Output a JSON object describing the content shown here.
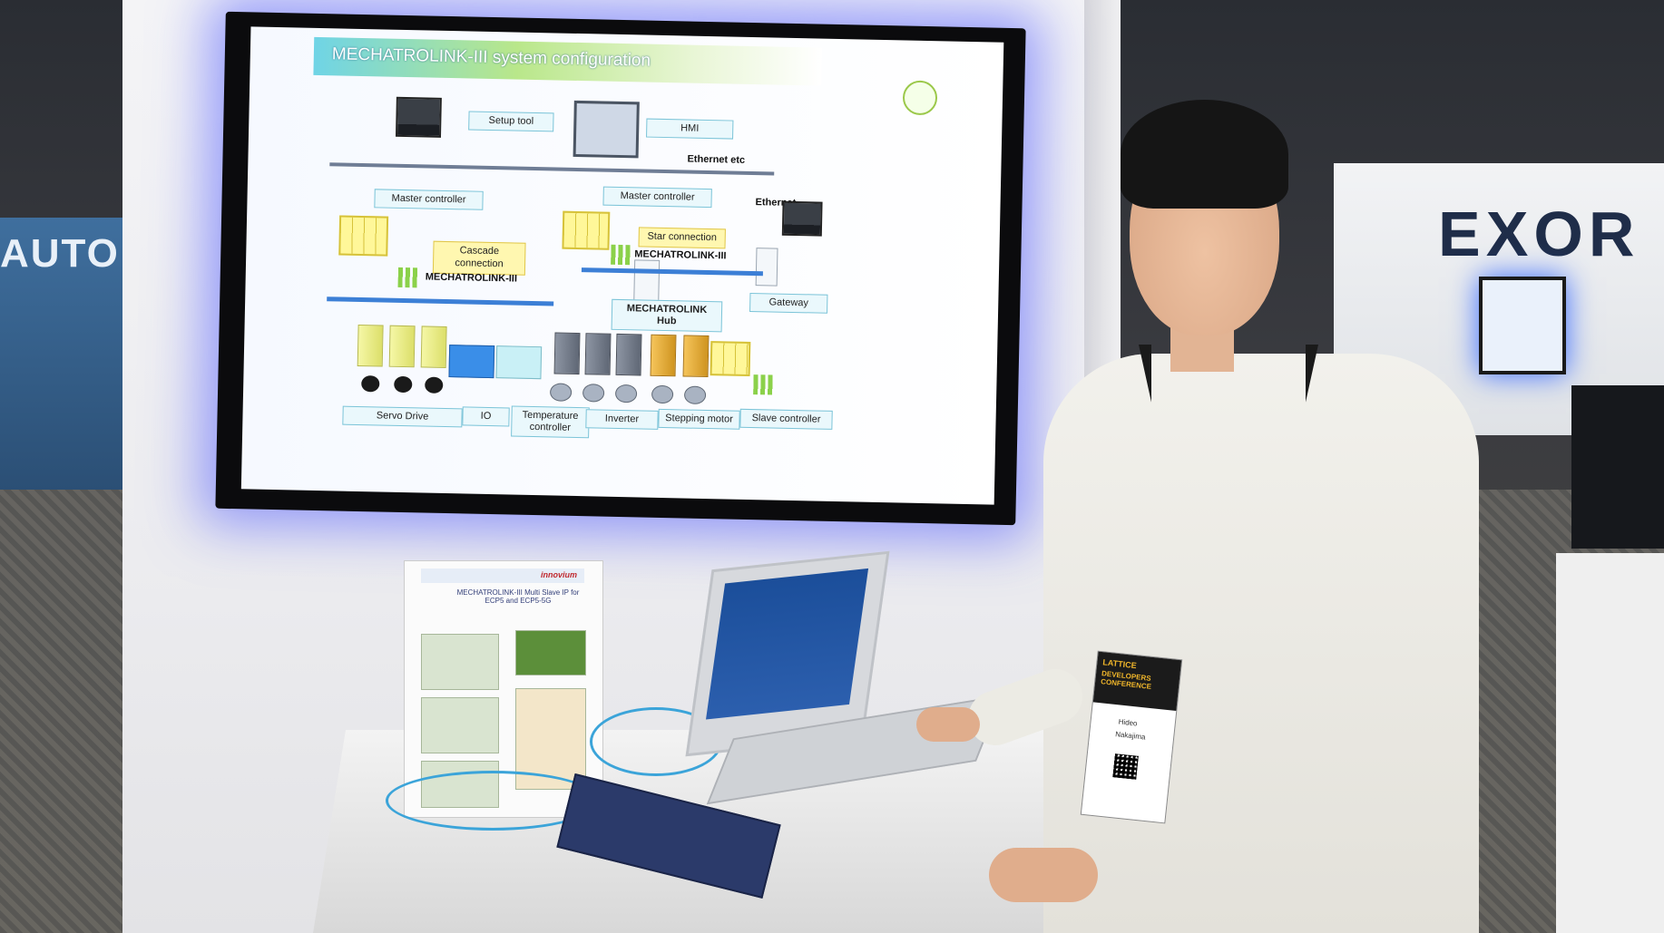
{
  "slide": {
    "title": "MECHATROLINK-III system configuration",
    "setup_tool": "Setup tool",
    "hmi": "HMI",
    "ethernet_etc": "Ethernet etc",
    "ethernet": "Ethernet",
    "master_controller_left": "Master controller",
    "master_controller_right": "Master controller",
    "cascade_connection": "Cascade connection",
    "star_connection": "Star connection",
    "mechatrolink_left": "MECHATROLINK-III",
    "mechatrolink_right": "MECHATROLINK-III",
    "gateway": "Gateway",
    "hub": "MECHATROLINK Hub",
    "servo_drive": "Servo Drive",
    "io": "IO",
    "temperature_controller": "Temperature controller",
    "inverter": "Inverter",
    "stepping_motor": "Stepping motor",
    "slave_controller": "Slave controller"
  },
  "background": {
    "left_booth_text": "AUTO",
    "right_booth_text": "EXOR"
  },
  "poster": {
    "vendor_right": "innovium",
    "title": "MECHATROLINK-III Multi Slave IP for ECP5 and ECP5-5G"
  },
  "badge": {
    "brand": "LATTICE",
    "event": "DEVELOPERS CONFERENCE",
    "first_name": "Hideo",
    "last_name": "Nakajima"
  },
  "colors": {
    "tv_glow": "#4650ff",
    "network_line": "#3c7fd6",
    "title_gradient_start": "#6fd4e6"
  }
}
